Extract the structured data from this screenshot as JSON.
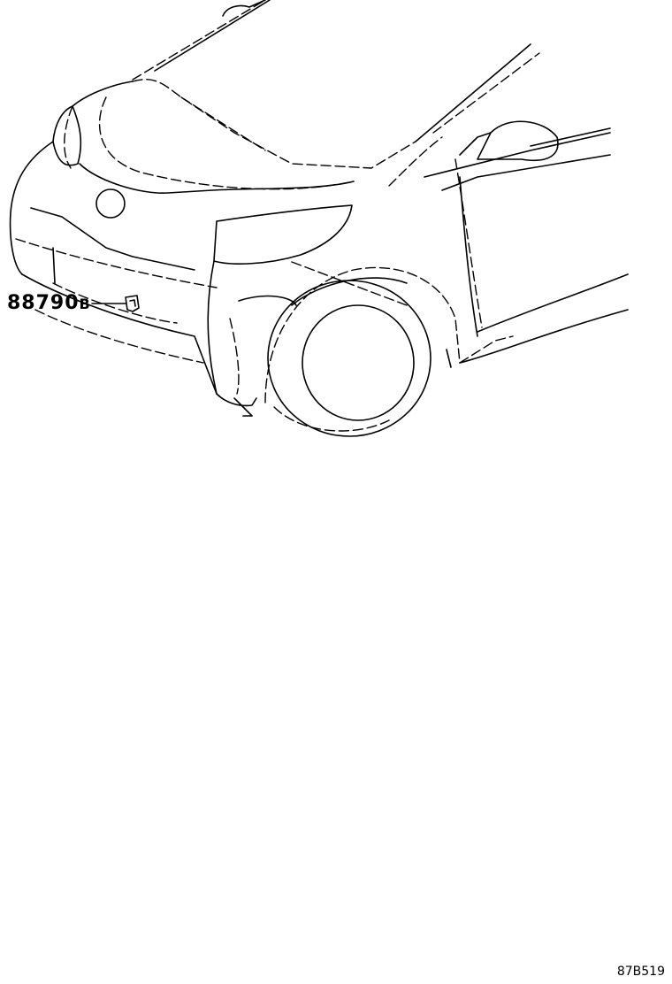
{
  "diagram": {
    "part_callout": {
      "number": "88790",
      "suffix": "B"
    },
    "drawing_id": "87B519",
    "icons": [
      "car-front-outline",
      "sensor-part"
    ],
    "colors": {
      "line": "#000000",
      "background": "#ffffff"
    }
  }
}
